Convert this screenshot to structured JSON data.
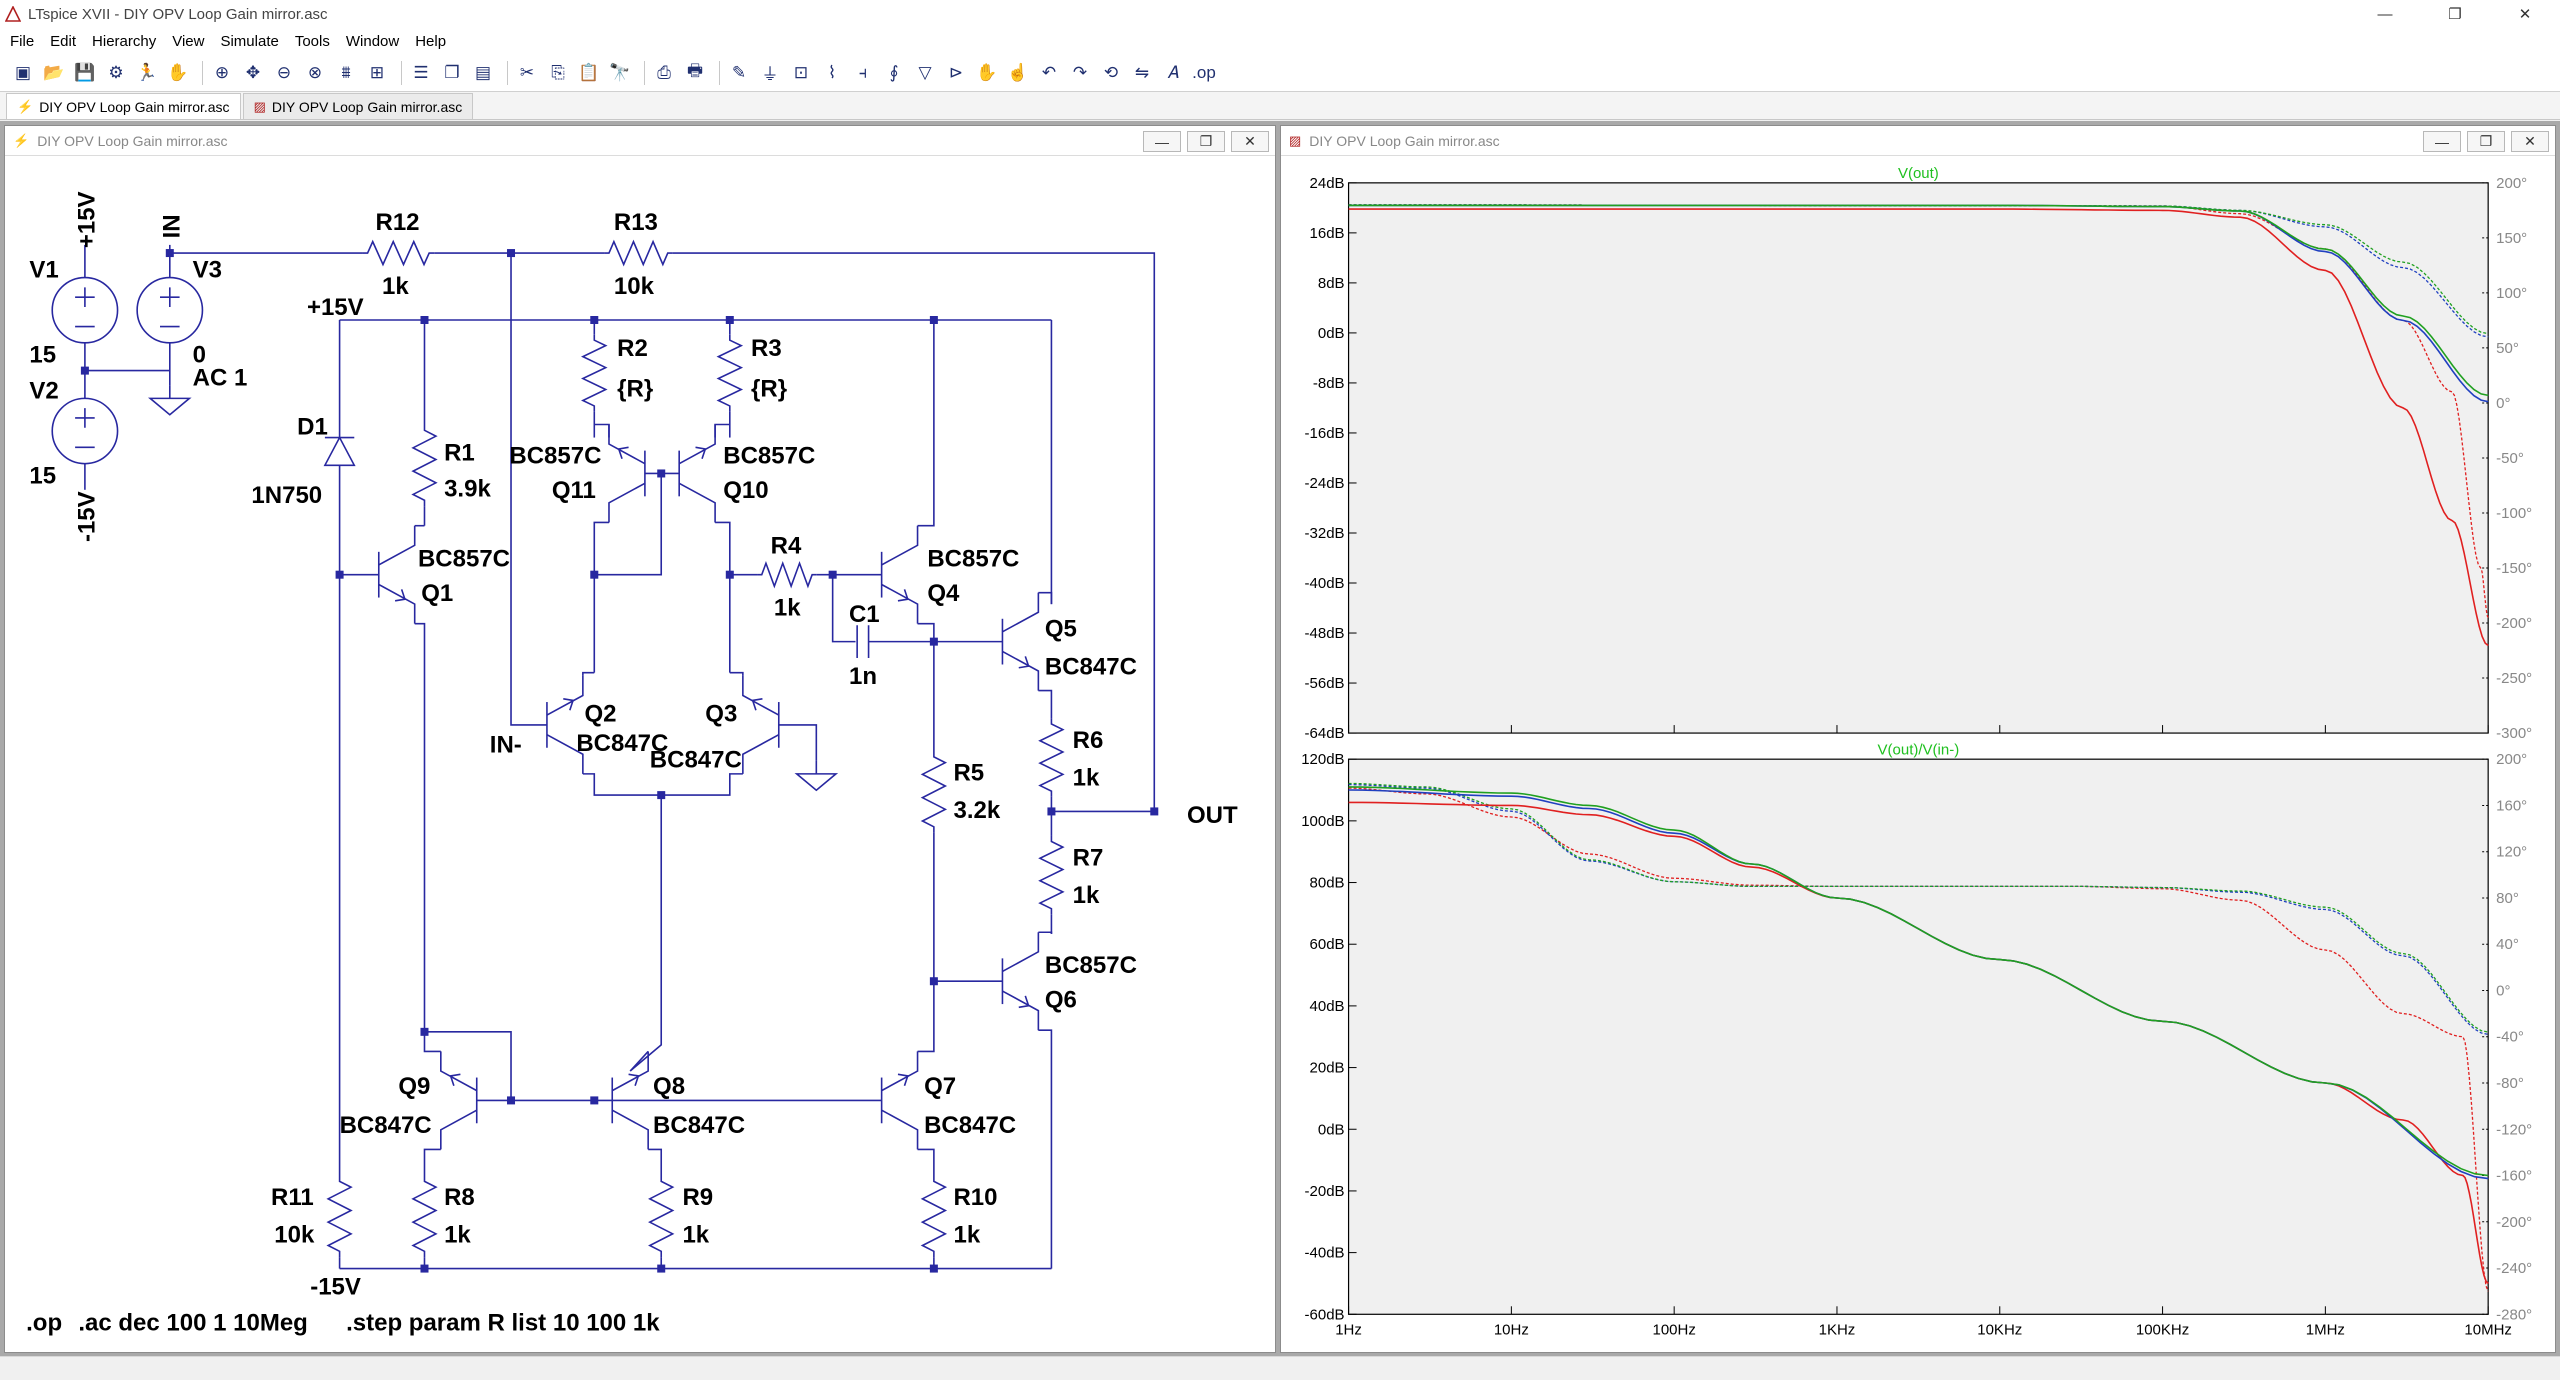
{
  "app": {
    "title": "LTspice XVII - DIY OPV Loop Gain mirror.asc"
  },
  "window_controls": {
    "minimize": "—",
    "restore": "❐",
    "close": "✕"
  },
  "menu": [
    {
      "name": "file",
      "label": "File"
    },
    {
      "name": "edit",
      "label": "Edit"
    },
    {
      "name": "hierarchy",
      "label": "Hierarchy"
    },
    {
      "name": "view",
      "label": "View"
    },
    {
      "name": "simulate",
      "label": "Simulate"
    },
    {
      "name": "tools",
      "label": "Tools"
    },
    {
      "name": "window",
      "label": "Window"
    },
    {
      "name": "help",
      "label": "Help"
    }
  ],
  "tabs": [
    {
      "label": "DIY OPV Loop Gain mirror.asc",
      "icon": "schematic-icon"
    },
    {
      "label": "DIY OPV Loop Gain mirror.asc",
      "icon": "waveform-icon"
    }
  ],
  "schematic_window": {
    "title": "DIY OPV Loop Gain mirror.asc"
  },
  "waveform_window": {
    "title": "DIY OPV Loop Gain mirror.asc"
  },
  "schematic": {
    "labels": {
      "v1": "V1",
      "v1_val": "15",
      "v2": "V2",
      "v2_val": "15",
      "v3": "V3",
      "v3_val": "0",
      "v3_ac": "AC 1",
      "p15": "+15V",
      "m15": "-15V",
      "in": "IN",
      "p15b": "+15V",
      "r12": "R12",
      "r12_val": "1k",
      "r13": "R13",
      "r13_val": "10k",
      "d1": "D1",
      "d1_val": "1N750",
      "r1": "R1",
      "r1_val": "3.9k",
      "r2": "R2",
      "r2_val": "{R}",
      "r3": "R3",
      "r3_val": "{R}",
      "q11_model": "BC857C",
      "q11": "Q11",
      "q10_model": "BC857C",
      "q10": "Q10",
      "q1_model": "BC857C",
      "q1": "Q1",
      "r4": "R4",
      "r4_val": "1k",
      "q4_model": "BC857C",
      "q4": "Q4",
      "c1": "C1",
      "c1_val": "1n",
      "q5": "Q5",
      "q5_model": "BC847C",
      "q2": "Q2",
      "q2_model": "BC847C",
      "q3": "Q3",
      "q3_model": "BC847C",
      "in_minus": "IN-",
      "r6": "R6",
      "r6_val": "1k",
      "r5": "R5",
      "r5_val": "3.2k",
      "out": "OUT",
      "r7": "R7",
      "r7_val": "1k",
      "q6_model": "BC857C",
      "q6": "Q6",
      "q9": "Q9",
      "q9_model": "BC847C",
      "q8": "Q8",
      "q8_model": "BC847C",
      "q7": "Q7",
      "q7_model": "BC847C",
      "r11": "R11",
      "r11_val": "10k",
      "r8": "R8",
      "r8_val": "1k",
      "r9": "R9",
      "r9_val": "1k",
      "r10": "R10",
      "r10_val": "1k",
      "m15b": "-15V"
    },
    "directives": [
      ".op",
      ".ac dec 100 1 10Meg",
      ".step param R list 10 100 1k"
    ]
  },
  "chart_data": [
    {
      "type": "line",
      "title": "V(out)",
      "xscale": "log",
      "xlim": [
        1,
        10000000
      ],
      "x_ticks": [
        "1Hz",
        "10Hz",
        "100Hz",
        "1KHz",
        "10KHz",
        "100KHz",
        "1MHz",
        "10MHz"
      ],
      "y_left_ticks": [
        "24dB",
        "16dB",
        "8dB",
        "0dB",
        "-8dB",
        "-16dB",
        "-24dB",
        "-32dB",
        "-40dB",
        "-48dB",
        "-56dB",
        "-64dB"
      ],
      "ylim_left": [
        -64,
        24
      ],
      "y_right_ticks": [
        "200°",
        "150°",
        "100°",
        "50°",
        "0°",
        "-50°",
        "-100°",
        "-150°",
        "-200°",
        "-250°",
        "-300°"
      ],
      "ylim_right": [
        -300,
        200
      ],
      "grid": false,
      "magnitude_series": [
        {
          "color": "#e02020",
          "x": [
            1,
            10000,
            100000,
            300000,
            1000000,
            3000000,
            6000000,
            10000000
          ],
          "y": [
            19.8,
            19.8,
            19.6,
            18.5,
            10,
            -12,
            -30,
            -50
          ]
        },
        {
          "color": "#2040c0",
          "x": [
            1,
            10000,
            100000,
            300000,
            1000000,
            3000000,
            10000000
          ],
          "y": [
            20.4,
            20.4,
            20.2,
            19.5,
            13,
            2,
            -11
          ]
        },
        {
          "color": "#20a020",
          "x": [
            1,
            10000,
            100000,
            300000,
            1000000,
            3000000,
            10000000
          ],
          "y": [
            20.4,
            20.4,
            20.2,
            19.5,
            13.4,
            2.7,
            -10
          ]
        }
      ],
      "phase_series": [
        {
          "color": "#e02020",
          "x": [
            1,
            100000,
            300000,
            1000000,
            3000000,
            6000000,
            9000000,
            10000000
          ],
          "y": [
            180,
            179,
            172,
            140,
            75,
            10,
            -150,
            -195
          ]
        },
        {
          "color": "#2040c0",
          "x": [
            1,
            100000,
            300000,
            1000000,
            3000000,
            10000000
          ],
          "y": [
            180,
            179,
            175,
            160,
            123,
            60
          ]
        },
        {
          "color": "#20a020",
          "x": [
            1,
            100000,
            300000,
            1000000,
            3000000,
            10000000
          ],
          "y": [
            180,
            179,
            175,
            162,
            128,
            63
          ]
        }
      ]
    },
    {
      "type": "line",
      "title": "V(out)/V(in-)",
      "xscale": "log",
      "xlim": [
        1,
        10000000
      ],
      "x_ticks": [
        "1Hz",
        "10Hz",
        "100Hz",
        "1KHz",
        "10KHz",
        "100KHz",
        "1MHz",
        "10MHz"
      ],
      "y_left_ticks": [
        "120dB",
        "100dB",
        "80dB",
        "60dB",
        "40dB",
        "20dB",
        "0dB",
        "-20dB",
        "-40dB",
        "-60dB"
      ],
      "ylim_left": [
        -60,
        120
      ],
      "y_right_ticks": [
        "200°",
        "160°",
        "120°",
        "80°",
        "40°",
        "0°",
        "-40°",
        "-80°",
        "-120°",
        "-160°",
        "-200°",
        "-240°",
        "-280°"
      ],
      "ylim_right": [
        -280,
        200
      ],
      "grid": false,
      "magnitude_series": [
        {
          "color": "#e02020",
          "x": [
            1,
            10,
            30,
            100,
            300,
            1000,
            10000,
            100000,
            1000000,
            3000000,
            7000000,
            10000000
          ],
          "y": [
            106,
            105,
            102,
            95,
            85,
            75,
            55,
            35,
            15,
            3,
            -15,
            -50
          ]
        },
        {
          "color": "#2040c0",
          "x": [
            1,
            10,
            30,
            100,
            300,
            1000,
            10000,
            100000,
            1000000,
            10000000
          ],
          "y": [
            110,
            108,
            104,
            96,
            86,
            75,
            55,
            35,
            15,
            -16
          ]
        },
        {
          "color": "#20a020",
          "x": [
            1,
            10,
            30,
            100,
            300,
            1000,
            10000,
            100000,
            1000000,
            10000000
          ],
          "y": [
            111,
            109,
            105,
            97,
            86,
            75,
            55,
            35,
            15,
            -15
          ]
        }
      ],
      "phase_series": [
        {
          "color": "#e02020",
          "x": [
            1,
            3,
            10,
            30,
            100,
            300,
            1000,
            30000,
            100000,
            300000,
            1000000,
            3000000,
            7000000,
            10000000
          ],
          "y": [
            175,
            170,
            150,
            118,
            97,
            91,
            90,
            90,
            88,
            78,
            35,
            -20,
            -40,
            -260
          ]
        },
        {
          "color": "#2040c0",
          "x": [
            1,
            3,
            10,
            30,
            100,
            300,
            1000,
            30000,
            100000,
            300000,
            1000000,
            3000000,
            10000000
          ],
          "y": [
            178,
            175,
            155,
            112,
            94,
            90,
            90,
            90,
            89,
            85,
            70,
            30,
            -38
          ]
        },
        {
          "color": "#20a020",
          "x": [
            1,
            3,
            10,
            30,
            100,
            300,
            1000,
            30000,
            100000,
            300000,
            1000000,
            3000000,
            10000000
          ],
          "y": [
            179,
            176,
            157,
            113,
            94,
            90,
            90,
            90,
            89,
            86,
            72,
            32,
            -36
          ]
        }
      ]
    }
  ]
}
